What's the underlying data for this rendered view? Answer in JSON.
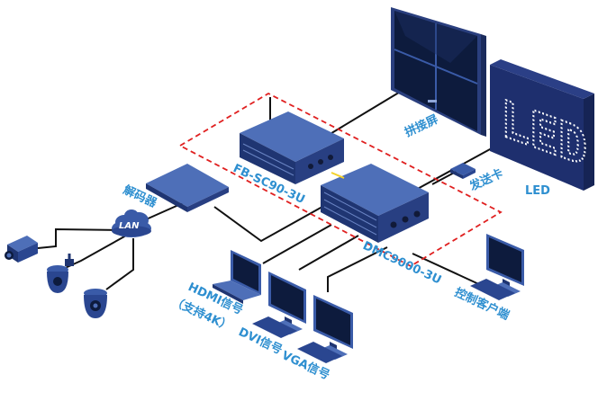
{
  "labels": {
    "splice_screen": "拼接屏",
    "led": "LED",
    "led_screen_text": "LED",
    "sending_card": "发送卡",
    "fb_sc90": "FB-SC90-3U",
    "dmc9000": "DMC9000-3U",
    "decoder": "解码器",
    "lan": "LAN",
    "control_client": "控制客户端",
    "hdmi_line1": "HDMI信号",
    "hdmi_line2": "（支持4K）",
    "dvi": "DVI信号",
    "vga": "VGA信号"
  },
  "colors": {
    "label": "#2e8fd0",
    "device_top": "#3a5ba8",
    "device_front": "#1f3572",
    "dashed_box": "#e02020",
    "wire": "#111111",
    "screen_dark": "#0d1b3d",
    "led_panel": "#1e2f6e"
  },
  "icons": [
    "camera-icon",
    "dome-camera-icon",
    "ptz-camera-icon",
    "laptop-icon",
    "monitor-icon",
    "cloud-icon"
  ]
}
